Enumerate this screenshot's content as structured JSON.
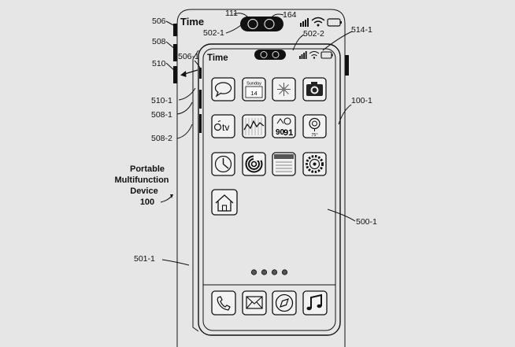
{
  "figure": {
    "title_lines": [
      "Portable",
      "Multifunction",
      "Device"
    ],
    "title_ref": "100"
  },
  "status": {
    "back_time": "Time",
    "front_time": "Time"
  },
  "refs": {
    "r506": "506",
    "r508": "508",
    "r510": "510",
    "r111": "111",
    "r164": "164",
    "r502_1": "502-1",
    "r502_2": "502-2",
    "r514_1": "514-1",
    "r506_1": "506-1",
    "r510_1": "510-1",
    "r508_1": "508-1",
    "r508_2": "508-2",
    "r100_1": "100-1",
    "r500_1": "500-1",
    "r501_1": "501-1"
  },
  "apps": {
    "calendar_day": "Sunday",
    "calendar_date": "14",
    "tv_label": "tv",
    "stocks_label": "90",
    "stocks_value": "91",
    "weather_temp": "75°"
  },
  "page_dots": 4,
  "icons": {
    "row1": [
      "message-icon",
      "calendar-icon",
      "photos-icon",
      "camera-icon"
    ],
    "row2": [
      "tv-icon",
      "stocks-icon",
      "weather-icon",
      "maps-icon"
    ],
    "row3": [
      "clock-icon",
      "fitness-icon",
      "notes-icon",
      "settings-icon"
    ],
    "row4": [
      "home-icon"
    ],
    "dock": [
      "phone-icon",
      "mail-icon",
      "browser-icon",
      "music-icon"
    ]
  }
}
